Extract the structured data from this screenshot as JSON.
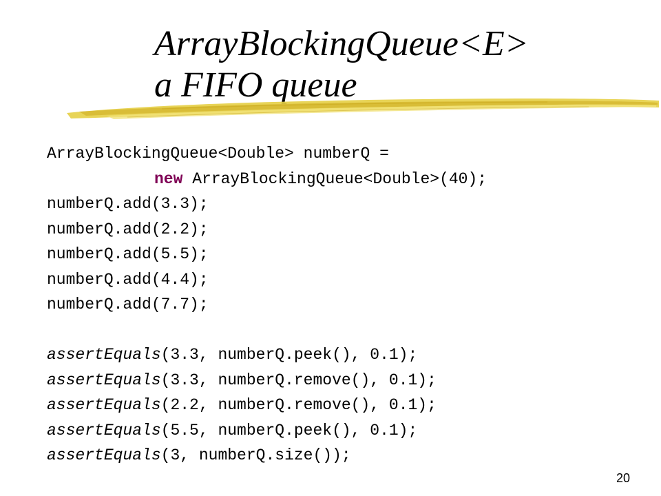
{
  "slide": {
    "title_line_1": "ArrayBlockingQueue<E>",
    "title_line_2": "a  FIFO queue",
    "page_number": "20",
    "accent_color": "#e8d44d",
    "keyword_color": "#7f0055"
  },
  "code": {
    "decl_1": "ArrayBlockingQueue<Double> numberQ =",
    "decl_2_keyword": "new",
    "decl_2_rest": " ArrayBlockingQueue<Double>(40);",
    "adds": [
      "numberQ.add(3.3);",
      "numberQ.add(2.2);",
      "numberQ.add(5.5);",
      "numberQ.add(4.4);",
      "numberQ.add(7.7);"
    ],
    "asserts": [
      {
        "fn": "assertEquals",
        "args": "(3.3, numberQ.peek(), 0.1);"
      },
      {
        "fn": "assertEquals",
        "args": "(3.3, numberQ.remove(), 0.1);"
      },
      {
        "fn": "assertEquals",
        "args": "(2.2, numberQ.remove(), 0.1);"
      },
      {
        "fn": "assertEquals",
        "args": "(5.5, numberQ.peek(), 0.1);"
      },
      {
        "fn": "assertEquals",
        "args": "(3, numberQ.size());"
      }
    ]
  }
}
